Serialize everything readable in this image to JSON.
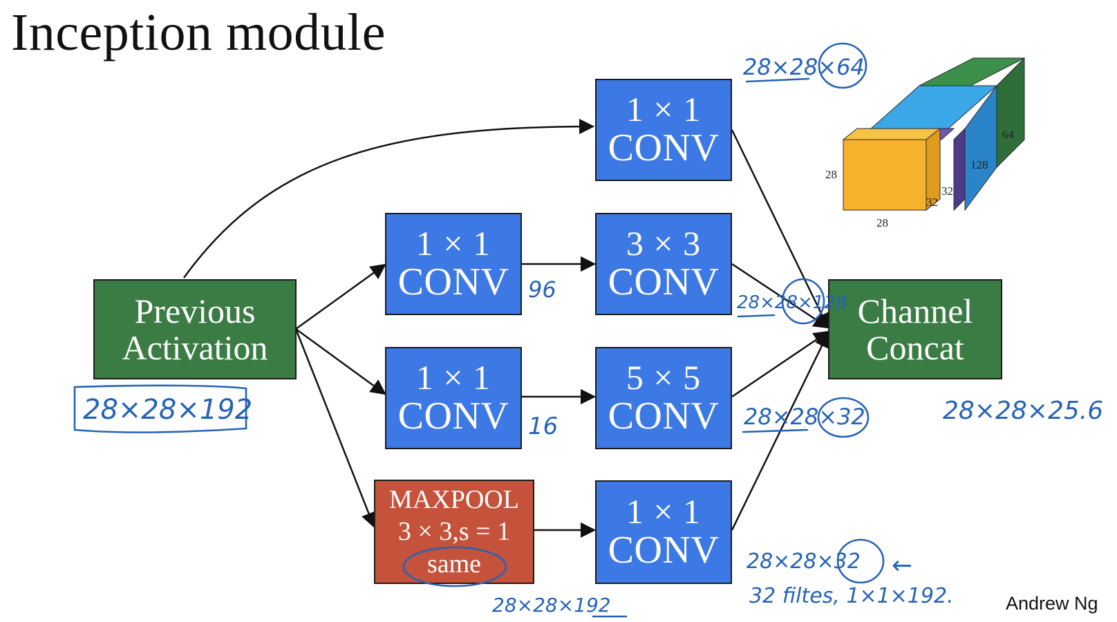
{
  "title": "Inception module",
  "credit": "Andrew Ng",
  "colors": {
    "conv_blue": "#3d79e4",
    "activation_green": "#3a7c43",
    "maxpool_red": "#c5523a",
    "handwriting_blue": "#2563b8"
  },
  "blocks": {
    "previous_activation": {
      "line1": "Previous",
      "line2": "Activation"
    },
    "channel_concat": {
      "line1": "Channel",
      "line2": "Concat"
    },
    "top_conv": {
      "line1": "1 × 1",
      "line2": "CONV"
    },
    "reduce_3x3": {
      "line1": "1 × 1",
      "line2": "CONV"
    },
    "conv_3x3": {
      "line1": "3 × 3",
      "line2": "CONV"
    },
    "reduce_5x5": {
      "line1": "1 × 1",
      "line2": "CONV"
    },
    "conv_5x5": {
      "line1": "5 × 5",
      "line2": "CONV"
    },
    "maxpool": {
      "line1": "MAXPOOL",
      "line2": "3 × 3,s = 1",
      "line3": "same"
    },
    "pool_proj": {
      "line1": "1 × 1",
      "line2": "CONV"
    }
  },
  "annotations": {
    "input_shape": "28×28×192",
    "top_out": "28×28×64",
    "reduce_3x3_out": "96",
    "conv_3x3_out": "28×28×128",
    "reduce_5x5_out": "16",
    "conv_5x5_out": "28×28×32",
    "concat_out": "28×28×25.6",
    "maxpool_out": "28×28×192",
    "pool_proj_out": "28×28×32",
    "arrow": "←",
    "pool_proj_note": "32 filtes, 1×1×192."
  },
  "cube": {
    "labels": {
      "height": "28",
      "width": "28",
      "ch_64": "64",
      "ch_128": "128",
      "ch_32a": "32",
      "ch_32b": "32"
    },
    "slices": [
      {
        "name": "1x1",
        "color": "#f5b22a"
      },
      {
        "name": "3x3",
        "color": "#3aa7e6"
      },
      {
        "name": "5x5",
        "color": "#7057b3"
      },
      {
        "name": "maxpool",
        "color": "#3c8f4a"
      }
    ]
  }
}
